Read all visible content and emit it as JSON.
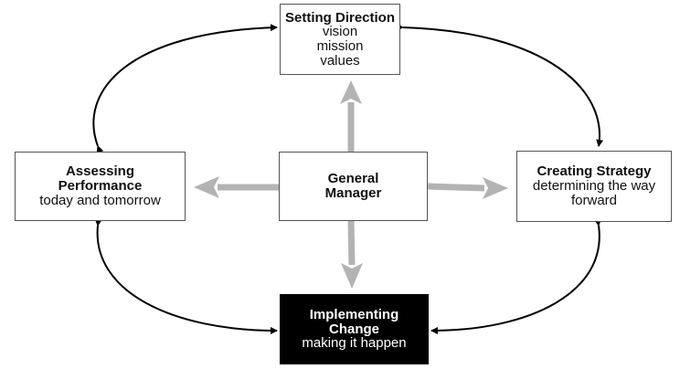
{
  "nodes": {
    "top": {
      "title": "Setting Direction",
      "lines": [
        "vision",
        "mission",
        "values"
      ]
    },
    "left": {
      "title": "Assessing Performance",
      "lines": [
        "today and tomorrow"
      ]
    },
    "center": {
      "title": "General Manager",
      "lines": []
    },
    "right": {
      "title": "Creating Strategy",
      "lines": [
        "determining the way",
        "forward"
      ]
    },
    "bottom": {
      "title": "Implementing Change",
      "lines": [
        "making it happen"
      ]
    }
  },
  "colors": {
    "gray_arrow": "#b3b3b3",
    "cycle_arrow": "#000000",
    "box_border": "#555555",
    "dark_box": "#000000"
  }
}
